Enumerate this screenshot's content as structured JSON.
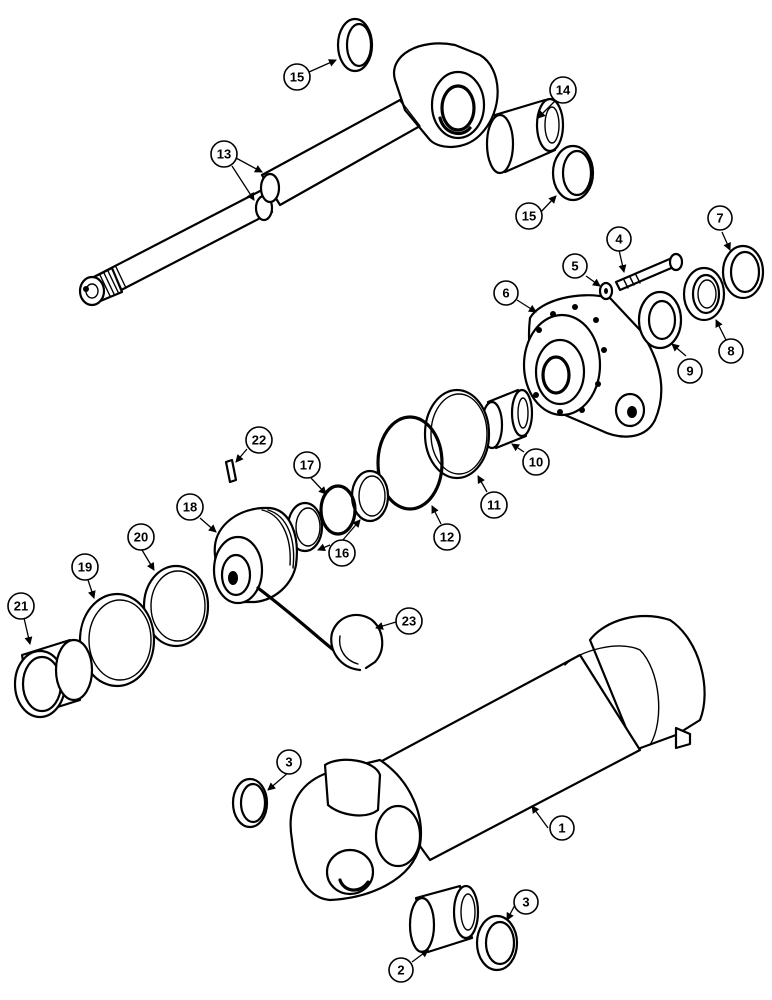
{
  "diagram": {
    "type": "exploded-parts-view",
    "callouts": [
      {
        "id": "c1",
        "label": "1"
      },
      {
        "id": "c2",
        "label": "2"
      },
      {
        "id": "c3a",
        "label": "3"
      },
      {
        "id": "c3b",
        "label": "3"
      },
      {
        "id": "c4",
        "label": "4"
      },
      {
        "id": "c5",
        "label": "5"
      },
      {
        "id": "c6",
        "label": "6"
      },
      {
        "id": "c7",
        "label": "7"
      },
      {
        "id": "c8",
        "label": "8"
      },
      {
        "id": "c9",
        "label": "9"
      },
      {
        "id": "c10",
        "label": "10"
      },
      {
        "id": "c11",
        "label": "11"
      },
      {
        "id": "c12",
        "label": "12"
      },
      {
        "id": "c13",
        "label": "13"
      },
      {
        "id": "c14",
        "label": "14"
      },
      {
        "id": "c15a",
        "label": "15"
      },
      {
        "id": "c15b",
        "label": "15"
      },
      {
        "id": "c16",
        "label": "16"
      },
      {
        "id": "c17",
        "label": "17"
      },
      {
        "id": "c18",
        "label": "18"
      },
      {
        "id": "c19",
        "label": "19"
      },
      {
        "id": "c20",
        "label": "20"
      },
      {
        "id": "c21",
        "label": "21"
      },
      {
        "id": "c22",
        "label": "22"
      },
      {
        "id": "c23",
        "label": "23"
      }
    ]
  }
}
